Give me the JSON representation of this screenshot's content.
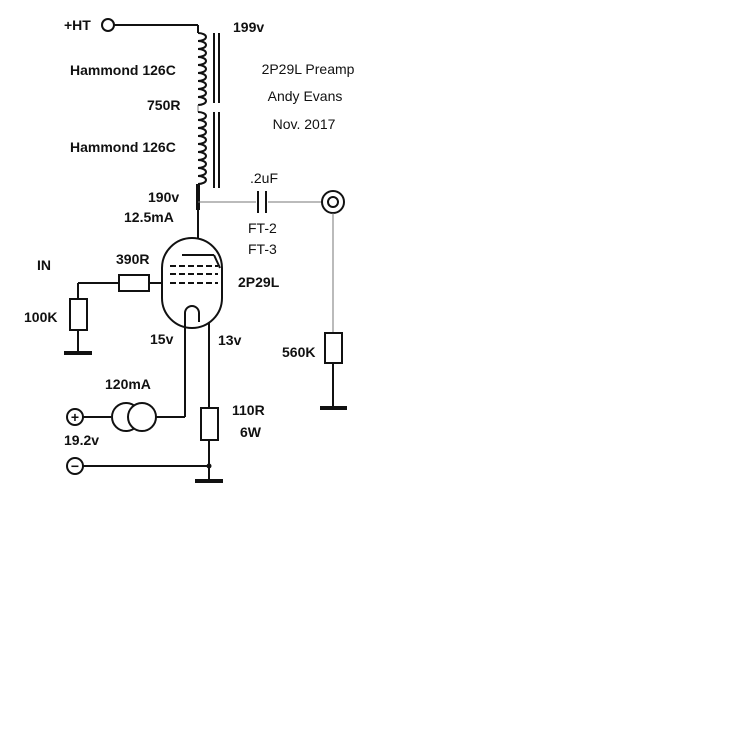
{
  "schematic": {
    "supply_label": "+HT",
    "top_voltage": "199v",
    "choke_upper": "Hammond 126C",
    "choke_dcr": "750R",
    "choke_lower": "Hammond 126C",
    "title": "2P29L Preamp",
    "author": "Andy Evans",
    "date": "Nov. 2017",
    "anode_voltage": "190v",
    "anode_current": "12.5mA",
    "coupling_cap": ".2uF",
    "transformer_a": "FT-2",
    "transformer_b": "FT-3",
    "input_label": "IN",
    "grid_stopper": "390R",
    "tube": "2P29L",
    "grid_leak": "100K",
    "filament_voltage_left": "15v",
    "filament_voltage_right": "13v",
    "filament_current": "120mA",
    "cathode_resistor": "110R",
    "cathode_resistor_power": "6W",
    "output_resistor": "560K",
    "supply_voltage": "19.2v",
    "plus_symbol": "+",
    "minus_symbol": "−"
  }
}
